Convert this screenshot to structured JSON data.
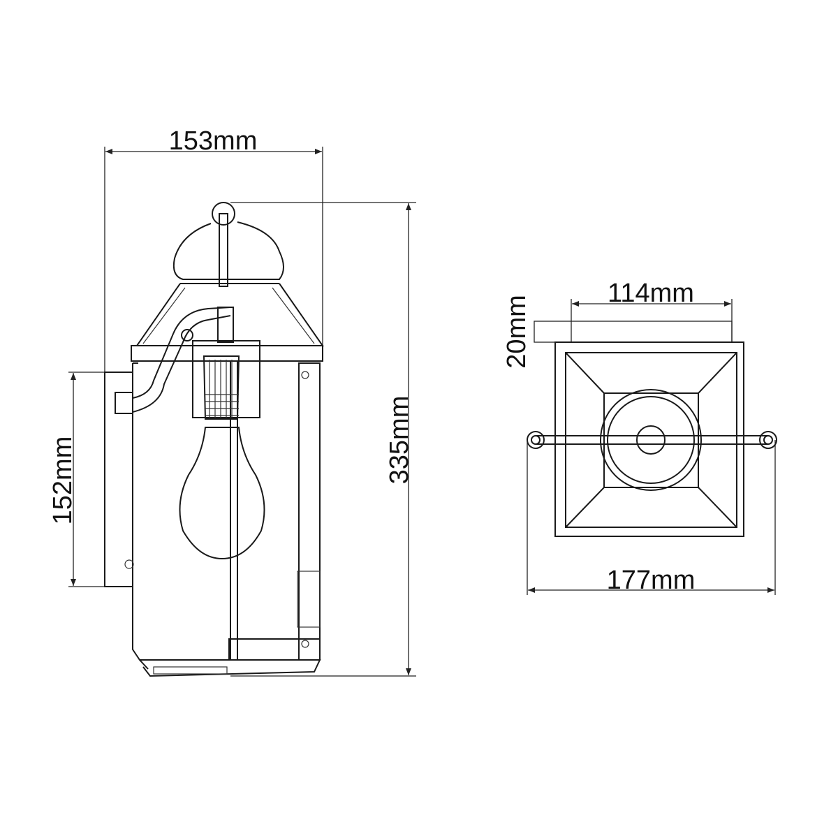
{
  "side_view": {
    "width_label": "153mm",
    "height_label": "335mm",
    "backplate_label": "152mm"
  },
  "top_view": {
    "inner_width_label": "114mm",
    "depth_label": "20mm",
    "overall_width_label": "177mm"
  },
  "colors": {
    "line": "#1a1a1a",
    "background": "#ffffff"
  }
}
